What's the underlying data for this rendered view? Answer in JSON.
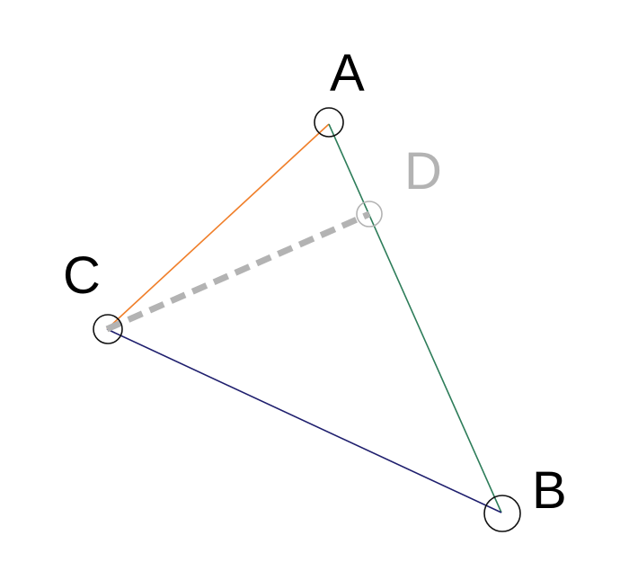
{
  "diagram": {
    "points": {
      "A": {
        "label": "A"
      },
      "B": {
        "label": "B"
      },
      "C": {
        "label": "C"
      },
      "D": {
        "label": "D"
      }
    },
    "segments": {
      "CA": {
        "from": "C",
        "to": "A",
        "color": "#f07f2a"
      },
      "AB": {
        "from": "A",
        "to": "B",
        "color": "#2e7d5a"
      },
      "CB": {
        "from": "C",
        "to": "B",
        "color": "#1f1f6e"
      },
      "CD": {
        "from": "C",
        "to": "D",
        "color": "#b3b3b3",
        "style": "dashed"
      }
    },
    "colors": {
      "vertex": "#111111",
      "hidden_point": "#b3b3b3"
    }
  }
}
